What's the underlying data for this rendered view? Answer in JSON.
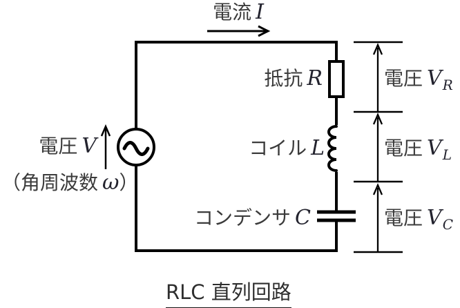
{
  "colors": {
    "line": "#000000",
    "text": "#3b3b3b",
    "math": "#23232e",
    "background": "#ffffff"
  },
  "title": {
    "text": "RLC 直列回路"
  },
  "current": {
    "label": "電流",
    "symbol": "I"
  },
  "source": {
    "voltage_label": "電圧",
    "voltage_symbol": "V",
    "freq_open": "（",
    "freq_label": "角周波数",
    "freq_symbol": "ω",
    "freq_close": "）"
  },
  "components": {
    "resistor": {
      "label": "抵抗",
      "symbol": "R"
    },
    "inductor": {
      "label": "コイル",
      "symbol": "L"
    },
    "capacitor": {
      "label": "コンデンサ",
      "symbol": "C"
    }
  },
  "voltages": {
    "vr": {
      "label": "電圧",
      "symbol": "V",
      "subscript": "R"
    },
    "vl": {
      "label": "電圧",
      "symbol": "V",
      "subscript": "L"
    },
    "vc": {
      "label": "電圧",
      "symbol": "V",
      "subscript": "C"
    }
  }
}
